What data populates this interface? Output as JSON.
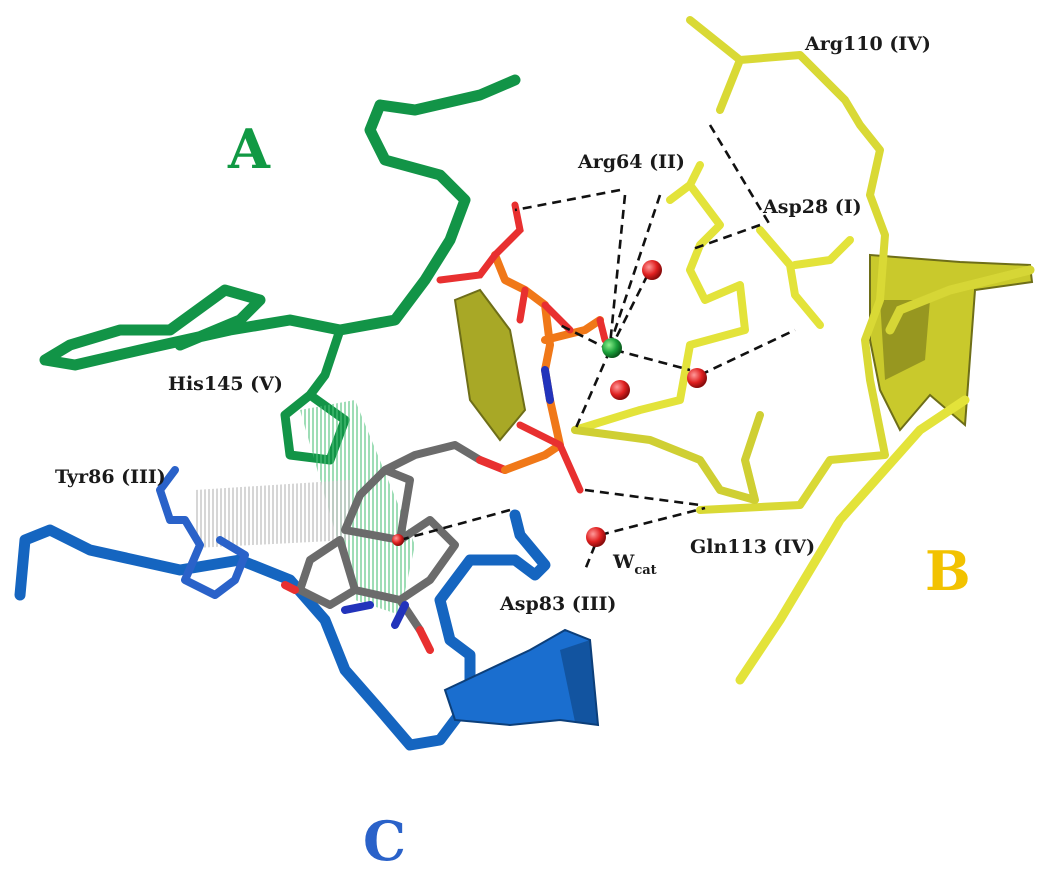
{
  "chains": {
    "A": {
      "label": "A",
      "color": "#119944"
    },
    "B": {
      "label": "B",
      "color": "#f2c200"
    },
    "C": {
      "label": "C",
      "color": "#2a62c9"
    }
  },
  "residues": {
    "arg110": "Arg110 (IV)",
    "arg64": "Arg64 (II)",
    "asp28": "Asp28 (I)",
    "his145": "His145 (V)",
    "tyr86": "Tyr86 (III)",
    "gln113": "Gln113 (IV)",
    "asp83": "Asp83 (III)"
  },
  "water": {
    "main": "W",
    "sub": "cat"
  },
  "colors": {
    "chain_a_tube": "#129447",
    "chain_b_tube": "#e3e33a",
    "chain_b_dark": "#8f8f1e",
    "chain_c_tube": "#1565c0",
    "ligand_carbon": "#6b6b6b",
    "phosphorus": "#f07818",
    "oxygen": "#e83030",
    "nitrogen": "#2233bb",
    "metal_ion": "#1a9f3a",
    "water_red": "#e02020"
  }
}
